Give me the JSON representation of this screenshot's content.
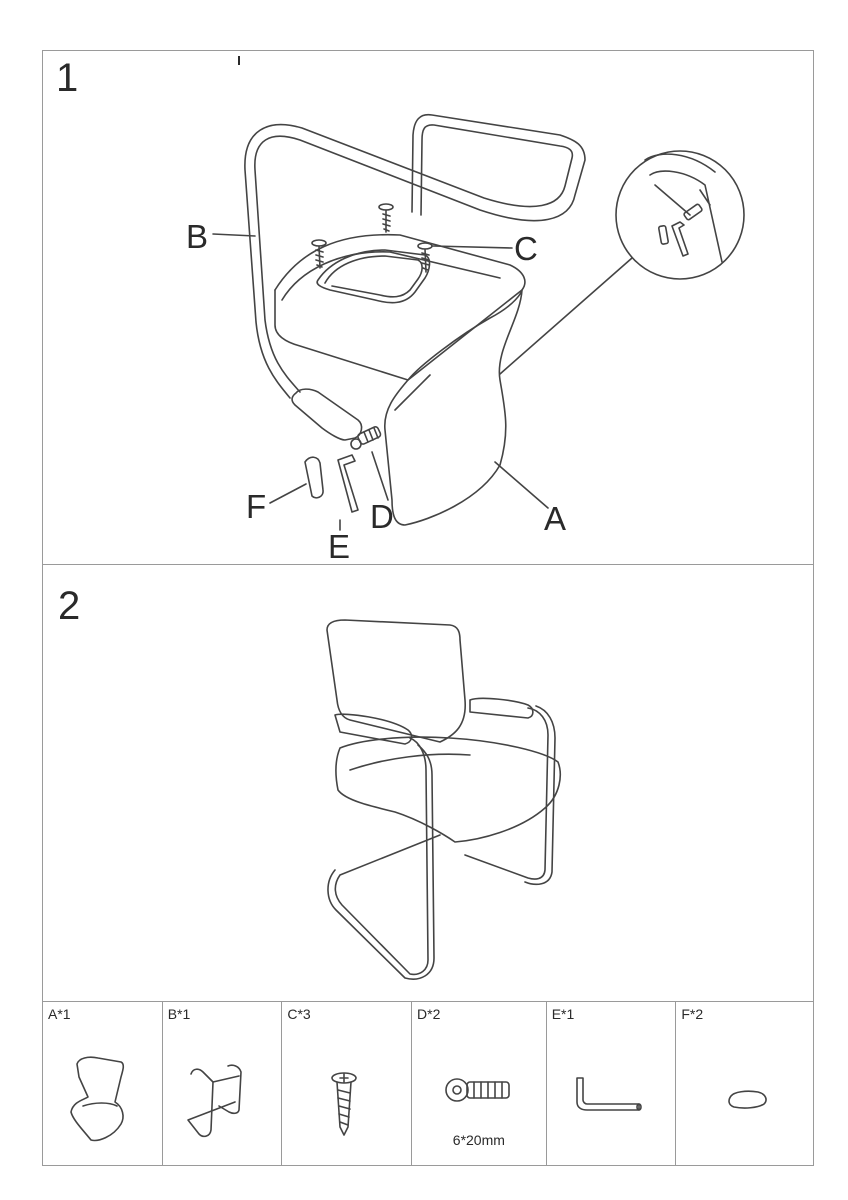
{
  "steps": {
    "step1": "1",
    "step2": "2"
  },
  "callouts": {
    "a": "A",
    "b": "B",
    "c": "C",
    "d": "D",
    "e": "E",
    "f": "F"
  },
  "parts": [
    {
      "tag": "A*1",
      "note": ""
    },
    {
      "tag": "B*1",
      "note": ""
    },
    {
      "tag": "C*3",
      "note": ""
    },
    {
      "tag": "D*2",
      "note": "6*20mm"
    },
    {
      "tag": "E*1",
      "note": ""
    },
    {
      "tag": "F*2",
      "note": ""
    }
  ],
  "colors": {
    "line": "#444444",
    "frame": "#9a9a9a",
    "background": "#ffffff"
  }
}
